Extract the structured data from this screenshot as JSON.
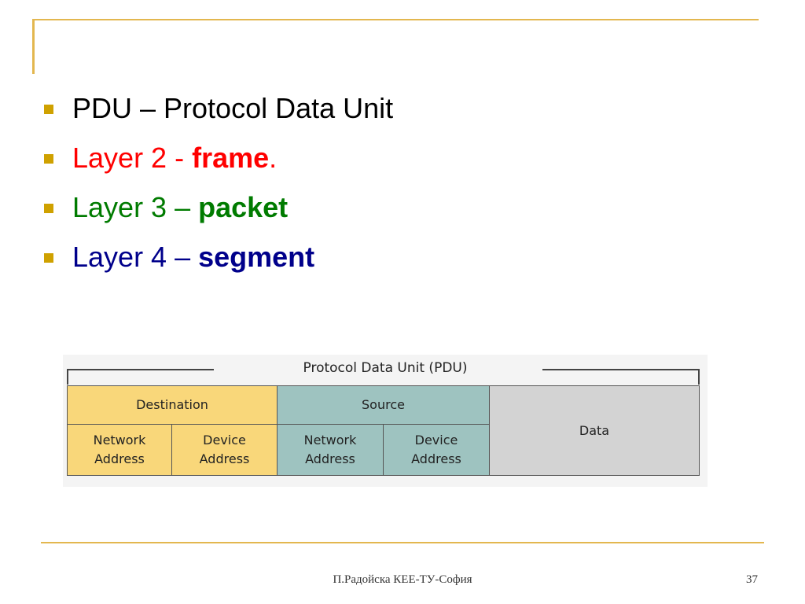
{
  "slide": {
    "bullets": [
      {
        "text": "PDU – Protocol Data Unit",
        "bold": "",
        "suffix": "",
        "color": "#000000"
      },
      {
        "text": "Layer 2 - ",
        "bold": "frame",
        "suffix": ".",
        "color": "#ff0000"
      },
      {
        "text": "Layer 3 – ",
        "bold": "packet",
        "suffix": "",
        "color": "#007b00"
      },
      {
        "text": "Layer 4 – ",
        "bold": "segment",
        "suffix": "",
        "color": "#00008b"
      }
    ],
    "diagram": {
      "title": "Protocol Data Unit (PDU)",
      "destination": "Destination",
      "source": "Source",
      "data": "Data",
      "network_address": [
        "Network",
        "Address"
      ],
      "device_address": [
        "Device",
        "Address"
      ]
    },
    "footer": {
      "author": "П.Радойска КЕЕ-ТУ-София",
      "page_number": "37"
    },
    "colors": {
      "accent_gold": "#e3b74f",
      "bullet_marker": "#cfa100",
      "destination_fill": "#f9d77a",
      "source_fill": "#9ec3c0",
      "data_fill": "#d3d3d3"
    }
  }
}
